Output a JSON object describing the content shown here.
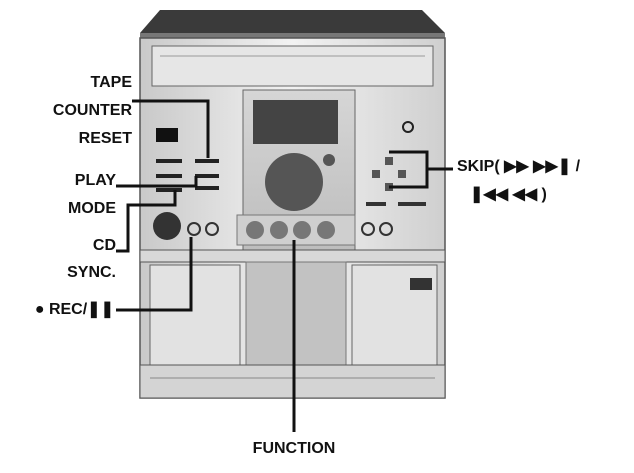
{
  "labels": {
    "tape_counter_reset": [
      "TAPE",
      "COUNTER",
      "RESET"
    ],
    "play_mode": [
      "PLAY",
      "MODE"
    ],
    "cd_sync": [
      "CD",
      "SYNC."
    ],
    "rec_pause": "● REC/❚❚",
    "skip_line1": "SKIP( ▶▶ ▶▶❚ /",
    "skip_line2": "❚◀◀ ◀◀ )",
    "function": "FUNCTION"
  }
}
